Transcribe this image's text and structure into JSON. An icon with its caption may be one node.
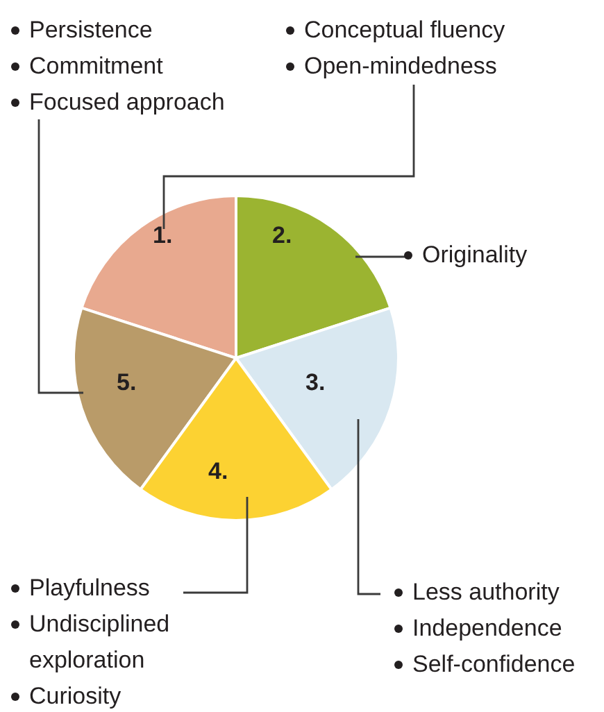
{
  "diagram": {
    "nodes": [
      {
        "text": [
          "Persistence",
          "Commitment",
          "Focused approach"
        ]
      },
      {
        "text": [
          "Conceptual fluency",
          "Open-mindedness"
        ]
      },
      {
        "text": [
          "1."
        ]
      },
      {
        "text": [
          "2."
        ]
      },
      {
        "text": [
          "Originality"
        ]
      },
      {
        "text": [
          "5."
        ]
      },
      {
        "text": [
          "3."
        ]
      },
      {
        "text": [
          "4."
        ]
      },
      {
        "text": [
          "Playfulness",
          "Undisciplined exploration",
          "Curiosity"
        ]
      },
      {
        "text": [
          "Less authority",
          "Independence",
          "Self-confidence"
        ]
      }
    ],
    "edges": [
      {
        "from": 1,
        "to": 2,
        "arrow": "none"
      },
      {
        "from": 4,
        "to": 3,
        "arrow": "none"
      },
      {
        "from": 0,
        "to": 5,
        "arrow": "none"
      },
      {
        "from": 9,
        "to": 6,
        "arrow": "none"
      },
      {
        "from": 8,
        "to": 7,
        "arrow": "none"
      }
    ]
  }
}
